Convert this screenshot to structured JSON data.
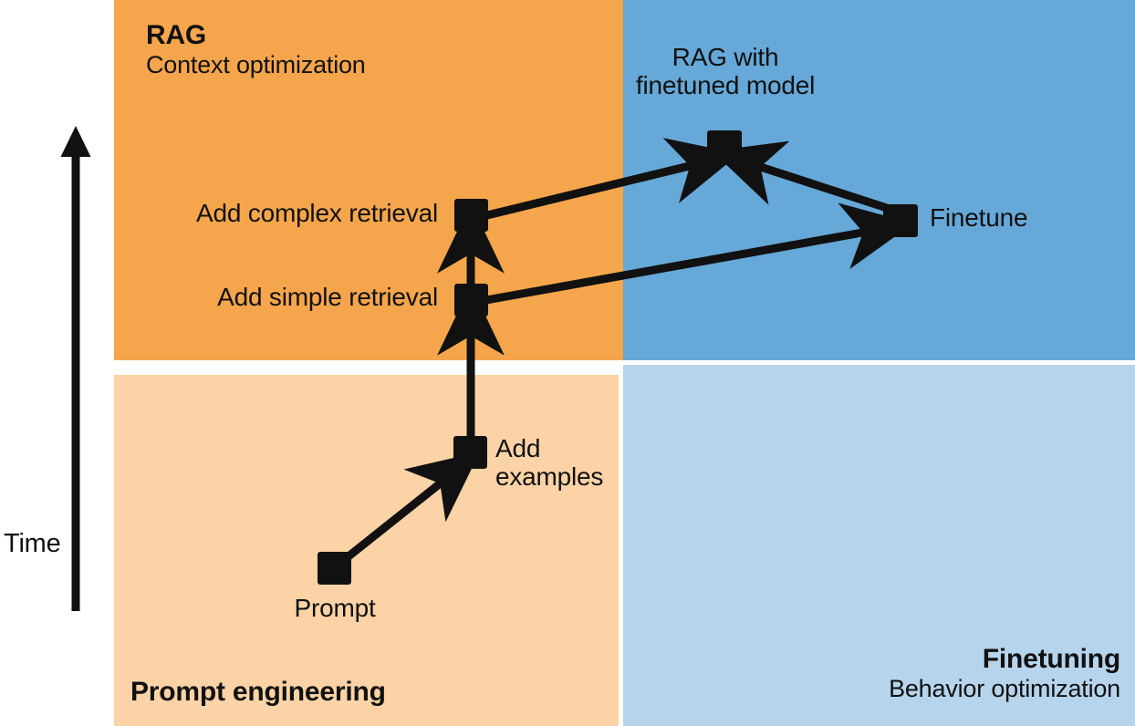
{
  "axis": {
    "label": "Time",
    "direction": "up",
    "icon": "up-arrow-icon"
  },
  "quadrants": [
    {
      "id": "rag",
      "title": "RAG",
      "subtitle": "Context optimization",
      "color": "#f5a64c",
      "position": "top-left"
    },
    {
      "id": "rag-finetuned",
      "title": "",
      "subtitle": "",
      "color": "#66a9d8",
      "position": "top-right"
    },
    {
      "id": "prompt-engineering",
      "title": "Prompt engineering",
      "subtitle": "",
      "color": "#fcd3a6",
      "position": "bottom-left"
    },
    {
      "id": "finetuning",
      "title": "Finetuning",
      "subtitle": "Behavior optimization",
      "color": "#b6d4ec",
      "position": "bottom-right"
    }
  ],
  "nodes": [
    {
      "id": "prompt",
      "label": "Prompt",
      "label_position": "below"
    },
    {
      "id": "add-examples",
      "label": "Add\nexamples",
      "label_position": "right"
    },
    {
      "id": "add-simple",
      "label": "Add simple retrieval",
      "label_position": "left"
    },
    {
      "id": "add-complex",
      "label": "Add complex retrieval",
      "label_position": "left"
    },
    {
      "id": "finetune",
      "label": "Finetune",
      "label_position": "right"
    },
    {
      "id": "rag-finetuned",
      "label": "RAG with\nfinetuned model",
      "label_position": "above"
    }
  ],
  "edges": [
    {
      "from": "prompt",
      "to": "add-examples"
    },
    {
      "from": "add-examples",
      "to": "add-simple"
    },
    {
      "from": "add-simple",
      "to": "add-complex"
    },
    {
      "from": "add-simple",
      "to": "finetune"
    },
    {
      "from": "add-complex",
      "to": "rag-finetuned"
    },
    {
      "from": "finetune",
      "to": "rag-finetuned"
    }
  ],
  "colors": {
    "rag": "#f5a64c",
    "rag_finetuned": "#66a9d8",
    "prompt_engineering": "#fcd3a6",
    "finetuning": "#b6d4ec",
    "ink": "#111111"
  }
}
